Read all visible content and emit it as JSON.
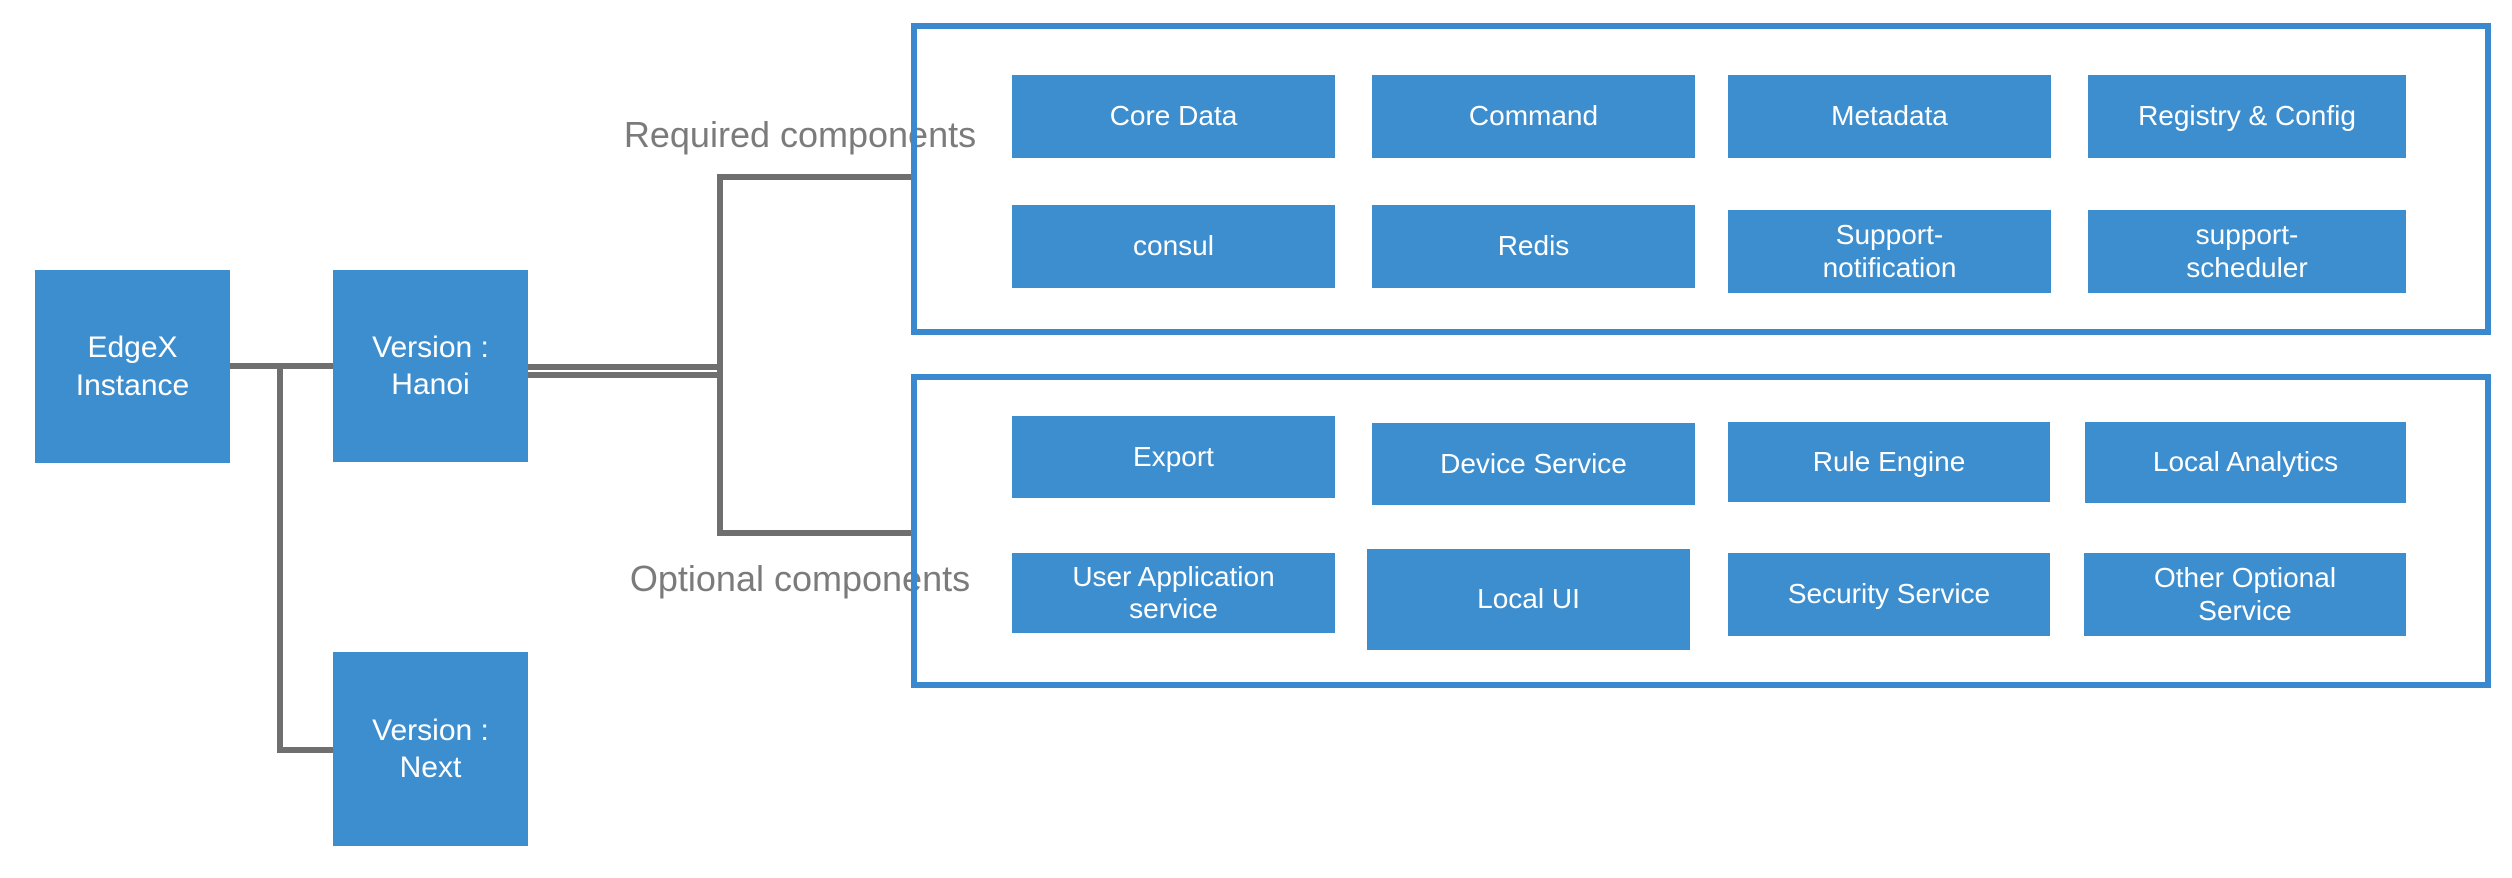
{
  "colors": {
    "box_fill": "#3D8ECF",
    "container_border": "#3A89CE",
    "connector": "#6F6F6F",
    "label_text": "#7B7B7B",
    "box_text": "#FFFFFF"
  },
  "nodes": {
    "edgex": {
      "label": "EdgeX\nInstance"
    },
    "version_hanoi": {
      "label": "Version :\nHanoi"
    },
    "version_next": {
      "label": "Version :\nNext"
    }
  },
  "groups": {
    "required": {
      "label": "Required components",
      "items": [
        {
          "label": "Core Data"
        },
        {
          "label": "Command"
        },
        {
          "label": "Metadata"
        },
        {
          "label": "Registry & Config"
        },
        {
          "label": "consul"
        },
        {
          "label": "Redis"
        },
        {
          "label": "Support-\nnotification"
        },
        {
          "label": "support-\nscheduler"
        }
      ]
    },
    "optional": {
      "label": "Optional components",
      "items": [
        {
          "label": "Export"
        },
        {
          "label": "Device Service"
        },
        {
          "label": "Rule Engine"
        },
        {
          "label": "Local Analytics"
        },
        {
          "label": "User Application\nservice"
        },
        {
          "label": "Local UI"
        },
        {
          "label": "Security Service"
        },
        {
          "label": "Other Optional\nService"
        }
      ]
    }
  }
}
